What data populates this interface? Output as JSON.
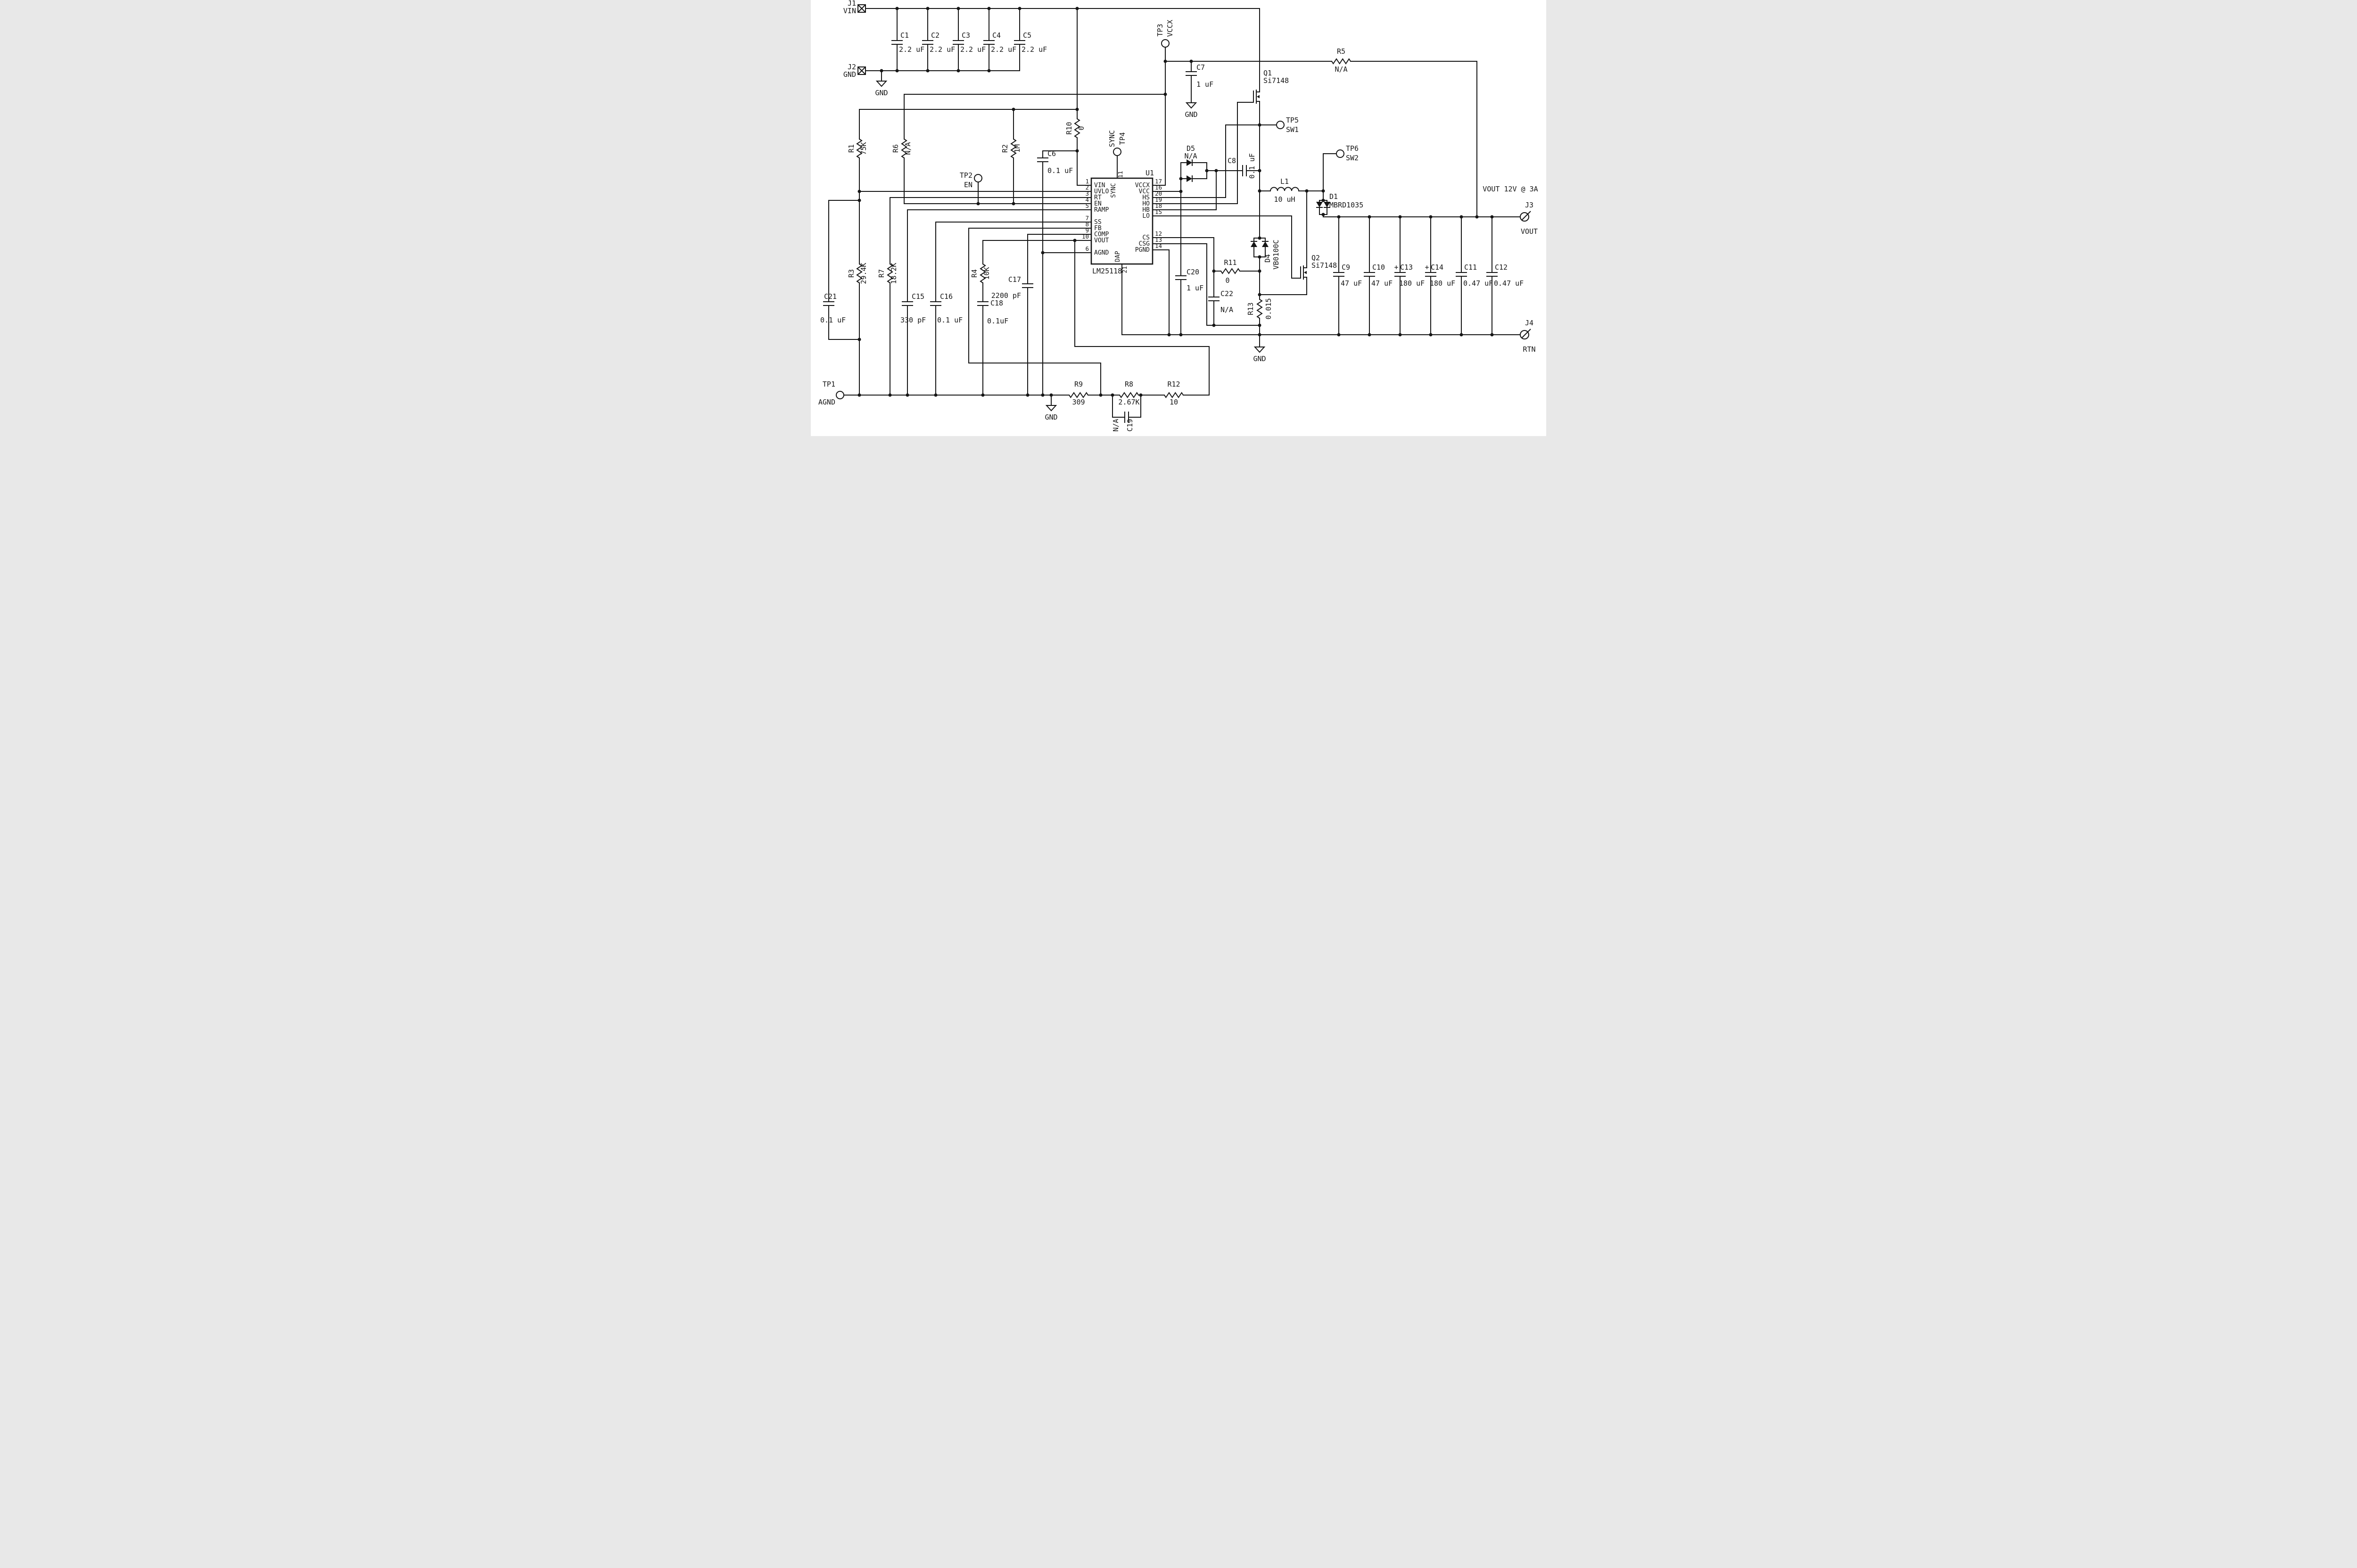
{
  "schematic": {
    "output_note": "VOUT 12V @ 3A",
    "gnd": "GND"
  },
  "connectors": {
    "j1": {
      "ref": "J1",
      "name": "VIN"
    },
    "j2": {
      "ref": "J2",
      "name": "GND"
    },
    "j3": {
      "ref": "J3",
      "name": "VOUT"
    },
    "j4": {
      "ref": "J4",
      "name": "RTN"
    }
  },
  "testpoints": {
    "tp1": {
      "ref": "TP1",
      "net": "AGND"
    },
    "tp2": {
      "ref": "TP2",
      "net": "EN"
    },
    "tp3": {
      "ref": "TP3",
      "net": "VCCX"
    },
    "tp4": {
      "ref": "TP4",
      "net": "SYNC"
    },
    "tp5": {
      "ref": "TP5",
      "net": "SW1"
    },
    "tp6": {
      "ref": "TP6",
      "net": "SW2"
    }
  },
  "resistors": {
    "r1": {
      "ref": "R1",
      "value": "75K"
    },
    "r2": {
      "ref": "R2",
      "value": "1M"
    },
    "r3": {
      "ref": "R3",
      "value": "29.4K"
    },
    "r4": {
      "ref": "R4",
      "value": "10K"
    },
    "r5": {
      "ref": "R5",
      "value": "N/A"
    },
    "r6": {
      "ref": "R6",
      "value": "N/A"
    },
    "r7": {
      "ref": "R7",
      "value": "18.2K"
    },
    "r8": {
      "ref": "R8",
      "value": "2.67K"
    },
    "r9": {
      "ref": "R9",
      "value": "309"
    },
    "r10": {
      "ref": "R10",
      "value": "0"
    },
    "r11": {
      "ref": "R11",
      "value": "0"
    },
    "r12": {
      "ref": "R12",
      "value": "10"
    },
    "r13": {
      "ref": "R13",
      "value": "0.015"
    }
  },
  "capacitors": {
    "c1": {
      "ref": "C1",
      "value": "2.2 uF"
    },
    "c2": {
      "ref": "C2",
      "value": "2.2 uF"
    },
    "c3": {
      "ref": "C3",
      "value": "2.2 uF"
    },
    "c4": {
      "ref": "C4",
      "value": "2.2 uF"
    },
    "c5": {
      "ref": "C5",
      "value": "2.2 uF"
    },
    "c6": {
      "ref": "C6",
      "value": "0.1 uF"
    },
    "c7": {
      "ref": "C7",
      "value": "1 uF"
    },
    "c8": {
      "ref": "C8",
      "value": "0.1 uF"
    },
    "c9": {
      "ref": "C9",
      "value": "47 uF"
    },
    "c10": {
      "ref": "C10",
      "value": "47 uF"
    },
    "c11": {
      "ref": "C11",
      "value": "0.47 uF"
    },
    "c12": {
      "ref": "C12",
      "value": "0.47 uF"
    },
    "c13": {
      "ref": "C13",
      "value": "180 uF",
      "plus": "+"
    },
    "c14": {
      "ref": "C14",
      "value": "180 uF",
      "plus": "+"
    },
    "c15": {
      "ref": "C15",
      "value": "330 pF"
    },
    "c16": {
      "ref": "C16",
      "value": "0.1 uF"
    },
    "c17": {
      "ref": "C17",
      "value": "2200 pF"
    },
    "c18": {
      "ref": "C18",
      "value": "0.1uF"
    },
    "c19": {
      "ref": "C19",
      "value": "N/A"
    },
    "c20": {
      "ref": "C20",
      "value": "1 uF"
    },
    "c21": {
      "ref": "C21",
      "value": "0.1 uF"
    },
    "c22": {
      "ref": "C22",
      "value": "N/A"
    }
  },
  "inductors": {
    "l1": {
      "ref": "L1",
      "value": "10 uH"
    }
  },
  "diodes": {
    "d1": {
      "ref": "D1",
      "value": "MBRD1035"
    },
    "d4": {
      "ref": "D4",
      "value": "VB0100C"
    },
    "d5": {
      "ref": "D5",
      "value": "N/A"
    }
  },
  "transistors": {
    "q1": {
      "ref": "Q1",
      "value": "Si7148"
    },
    "q2": {
      "ref": "Q2",
      "value": "Si7148"
    }
  },
  "ic": {
    "ref": "U1",
    "part": "LM25118",
    "pins": {
      "left": [
        {
          "num": "1",
          "name": "VIN"
        },
        {
          "num": "2",
          "name": "UVLO"
        },
        {
          "num": "3",
          "name": "RT"
        },
        {
          "num": "4",
          "name": "EN"
        },
        {
          "num": "5",
          "name": "RAMP"
        },
        {
          "num": "7",
          "name": "SS"
        },
        {
          "num": "8",
          "name": "FB"
        },
        {
          "num": "9",
          "name": "COMP"
        },
        {
          "num": "10",
          "name": "VOUT"
        },
        {
          "num": "6",
          "name": "AGND"
        }
      ],
      "right": [
        {
          "num": "17",
          "name": "VCCX"
        },
        {
          "num": "16",
          "name": "VCC"
        },
        {
          "num": "20",
          "name": "HS"
        },
        {
          "num": "19",
          "name": "HO"
        },
        {
          "num": "18",
          "name": "HB"
        },
        {
          "num": "15",
          "name": "LO"
        },
        {
          "num": "12",
          "name": "CS"
        },
        {
          "num": "13",
          "name": "CSG"
        },
        {
          "num": "14",
          "name": "PGND"
        }
      ],
      "top": {
        "num": "11",
        "name": "SYNC"
      },
      "bottom": {
        "num": "21",
        "name": "DAP"
      }
    }
  }
}
